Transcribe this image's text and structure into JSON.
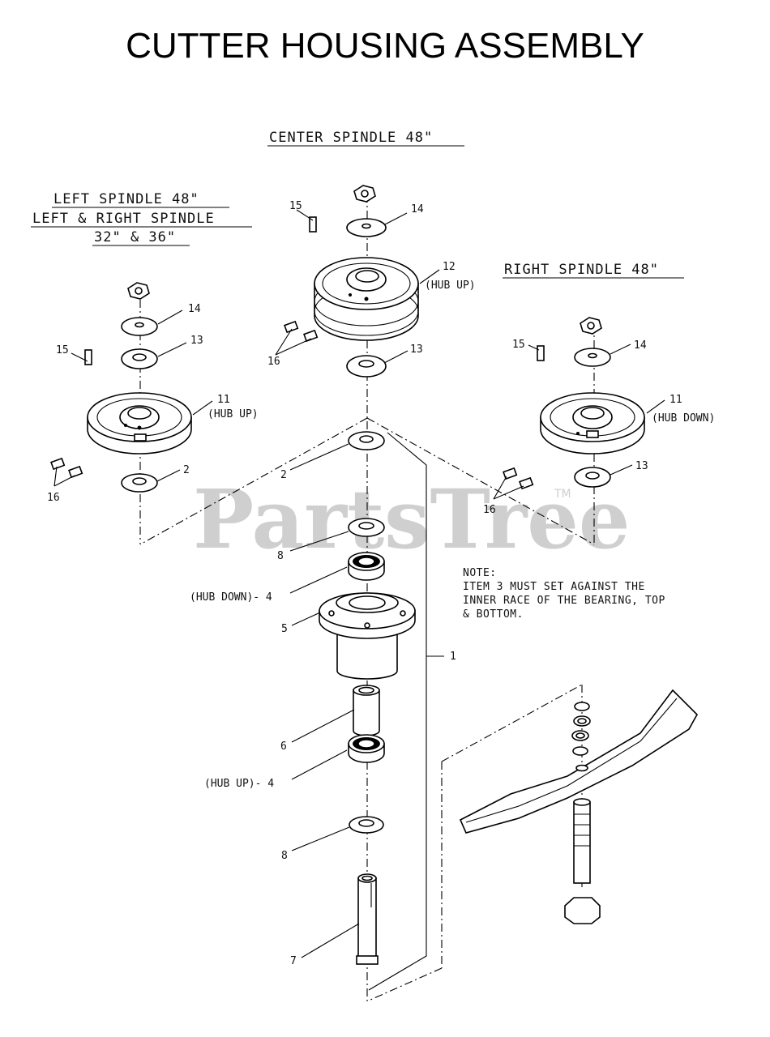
{
  "title": "CUTTER HOUSING ASSEMBLY",
  "headings": {
    "center": "CENTER SPINDLE 48\"",
    "left_1": "LEFT SPINDLE 48\"",
    "left_2": "LEFT & RIGHT SPINDLE",
    "left_3": "32\" & 36\"",
    "right": "RIGHT SPINDLE 48\""
  },
  "callouts": {
    "c15": "15",
    "c14": "14",
    "c12": "12",
    "c12_note": "(HUB UP)",
    "c16": "16",
    "c13": "13",
    "l14": "14",
    "l13": "13",
    "l15": "15",
    "l11": "11",
    "l11_note": "(HUB UP)",
    "l16": "16",
    "l2": "2",
    "r15": "15",
    "r14": "14",
    "r11": "11",
    "r11_note": "(HUB DOWN)",
    "r13": "13",
    "r16": "16",
    "m2": "2",
    "m8a": "8",
    "m4a": "(HUB DOWN)- 4",
    "m5": "5",
    "m1": "1",
    "m6": "6",
    "m4b": "(HUB UP)- 4",
    "m8b": "8",
    "m7": "7"
  },
  "note": {
    "line1": "NOTE:",
    "line2": "ITEM 3 MUST SET AGAINST THE",
    "line3": "INNER RACE OF THE BEARING, TOP",
    "line4": "& BOTTOM."
  },
  "watermark": {
    "text": "PartsTree",
    "tm": "TM"
  }
}
